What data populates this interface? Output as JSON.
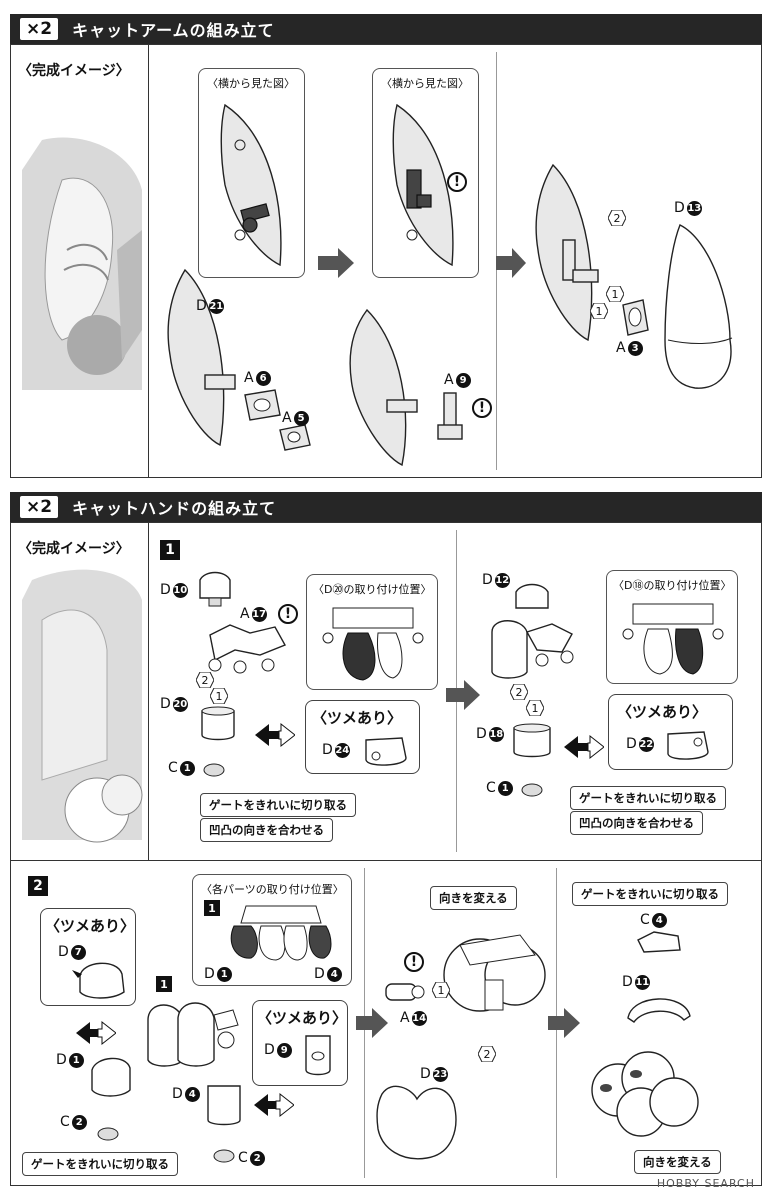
{
  "section1": {
    "badge": "×2",
    "title": "キャットアームの組み立て",
    "completed_label": "〈完成イメージ〉",
    "side_view_1": "〈横から見た図〉",
    "side_view_2": "〈横から見た図〉",
    "parts": {
      "d_main": {
        "letter": "D",
        "num": "21"
      },
      "a_6": {
        "letter": "A",
        "num": "6"
      },
      "a_5": {
        "letter": "A",
        "num": "5"
      },
      "a_9": {
        "letter": "A",
        "num": "9"
      },
      "d_13": {
        "letter": "D",
        "num": "13"
      },
      "a_3": {
        "letter": "A",
        "num": "3"
      }
    },
    "steps": {
      "s1": "1",
      "s2": "2",
      "s1b": "1"
    }
  },
  "section2": {
    "badge": "×2",
    "title": "キャットハンドの組み立て",
    "completed_label": "〈完成イメージ〉",
    "step1": {
      "number": "1",
      "left": {
        "d10": {
          "letter": "D",
          "num": "10"
        },
        "a17": {
          "letter": "A",
          "num": "17"
        },
        "d20": {
          "letter": "D",
          "num": "20"
        },
        "c1": {
          "letter": "C",
          "num": "1"
        },
        "position_title": "〈D⑳の取り付け位置〉",
        "tsume_title": "〈ツメあり〉",
        "d24": {
          "letter": "D",
          "num": "24"
        },
        "note1": "ゲートをきれいに切り取る",
        "note2": "凹凸の向きを合わせる",
        "hex2": "2",
        "hex1": "1"
      },
      "right": {
        "d12": {
          "letter": "D",
          "num": "12"
        },
        "d18": {
          "letter": "D",
          "num": "18"
        },
        "c1": {
          "letter": "C",
          "num": "1"
        },
        "position_title": "〈D⑱の取り付け位置〉",
        "tsume_title": "〈ツメあり〉",
        "d22": {
          "letter": "D",
          "num": "22"
        },
        "note1": "ゲートをきれいに切り取る",
        "note2": "凹凸の向きを合わせる",
        "hex2": "2",
        "hex1": "1"
      }
    },
    "step2": {
      "number": "2",
      "position_title": "〈各パーツの取り付け位置〉",
      "mini_step": "1",
      "d1_pos": {
        "letter": "D",
        "num": "1"
      },
      "d4_pos": {
        "letter": "D",
        "num": "4"
      },
      "tsume_left": "〈ツメあり〉",
      "d7": {
        "letter": "D",
        "num": "7"
      },
      "d1": {
        "letter": "D",
        "num": "1"
      },
      "c2_left": {
        "letter": "C",
        "num": "2"
      },
      "note_left": "ゲートをきれいに切り取る",
      "mini_step2": "1",
      "tsume_right": "〈ツメあり〉",
      "d9": {
        "letter": "D",
        "num": "9"
      },
      "d4": {
        "letter": "D",
        "num": "4"
      },
      "c2_right": {
        "letter": "C",
        "num": "2"
      },
      "turn_label_1": "向きを変える",
      "a14": {
        "letter": "A",
        "num": "14"
      },
      "d23": {
        "letter": "D",
        "num": "23"
      },
      "hex1": "1",
      "hex2": "2",
      "note_gate": "ゲートをきれいに切り取る",
      "c4": {
        "letter": "C",
        "num": "4"
      },
      "d11": {
        "letter": "D",
        "num": "11"
      },
      "turn_label_2": "向きを変える"
    }
  },
  "watermark": "HOBBY SEARCH"
}
